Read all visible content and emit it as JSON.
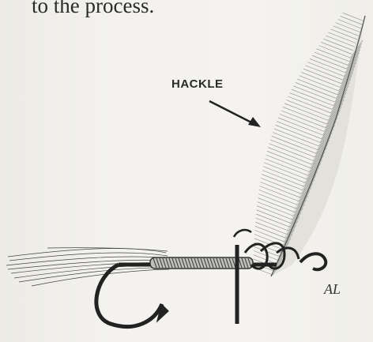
{
  "text": {
    "body_line": "to the process."
  },
  "illustration": {
    "label": "HACKLE",
    "signature": "AL"
  },
  "colors": {
    "ink": "#2b2b2b",
    "paper": "#f1f0ec"
  }
}
